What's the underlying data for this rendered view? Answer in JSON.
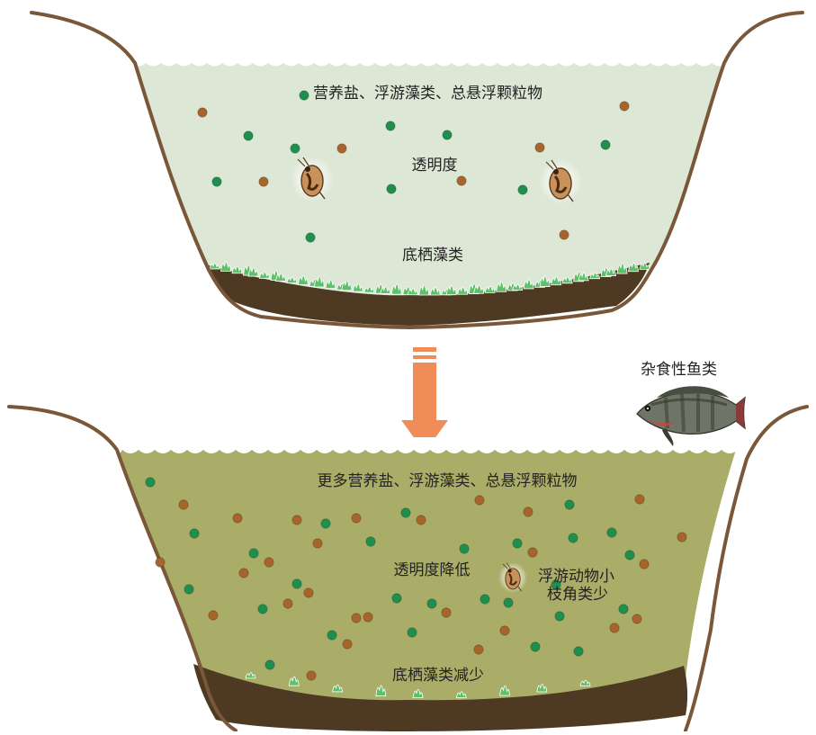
{
  "colors": {
    "bank": "#7a5738",
    "clear_water": "#dde7d6",
    "turbid_water": "#a9ad68",
    "sediment": "#4e3a22",
    "algae": "#5fc06a",
    "green_particle": "#1f8f4e",
    "brown_particle": "#a8642b",
    "arrow": "#f08c57"
  },
  "top_pond": {
    "label_nutrients": "营养盐、浮游藻类、总悬浮颗粒物",
    "label_transparency": "透明度",
    "label_benthic": "底栖藻类",
    "zooplankton_icon": "cladoceran-icon"
  },
  "bottom_pond": {
    "label_nutrients": "更多营养盐、浮游藻类、总悬浮颗粒物",
    "label_transparency": "透明度降低",
    "label_zoo_line1": "浮游动物小",
    "label_zoo_line2": "枝角类少",
    "label_benthic": "底栖藻类减少",
    "zooplankton_icon": "cladoceran-icon"
  },
  "fish": {
    "label": "杂食性鱼类",
    "icon": "tilapia-fish-icon"
  },
  "transition_arrow": {
    "icon": "down-arrow-icon"
  }
}
